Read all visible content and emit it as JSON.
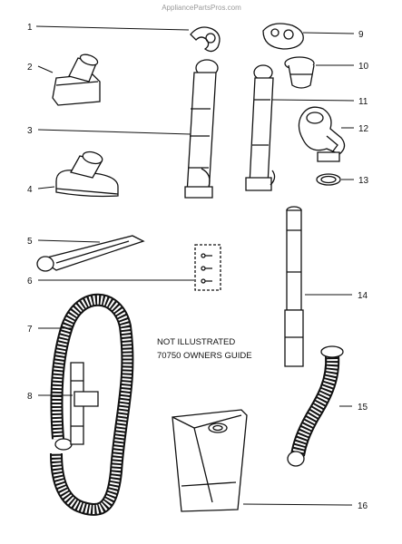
{
  "watermark": "AppliancePartsPros.com",
  "note_line1": "NOT ILLUSTRATED",
  "note_line2": "70750 OWNERS GUIDE",
  "labels": {
    "p1": "1",
    "p2": "2",
    "p3": "3",
    "p4": "4",
    "p5": "5",
    "p6": "6",
    "p7": "7",
    "p8": "8",
    "p9": "9",
    "p10": "10",
    "p11": "11",
    "p12": "12",
    "p13": "13",
    "p14": "14",
    "p15": "15",
    "p16": "16"
  }
}
